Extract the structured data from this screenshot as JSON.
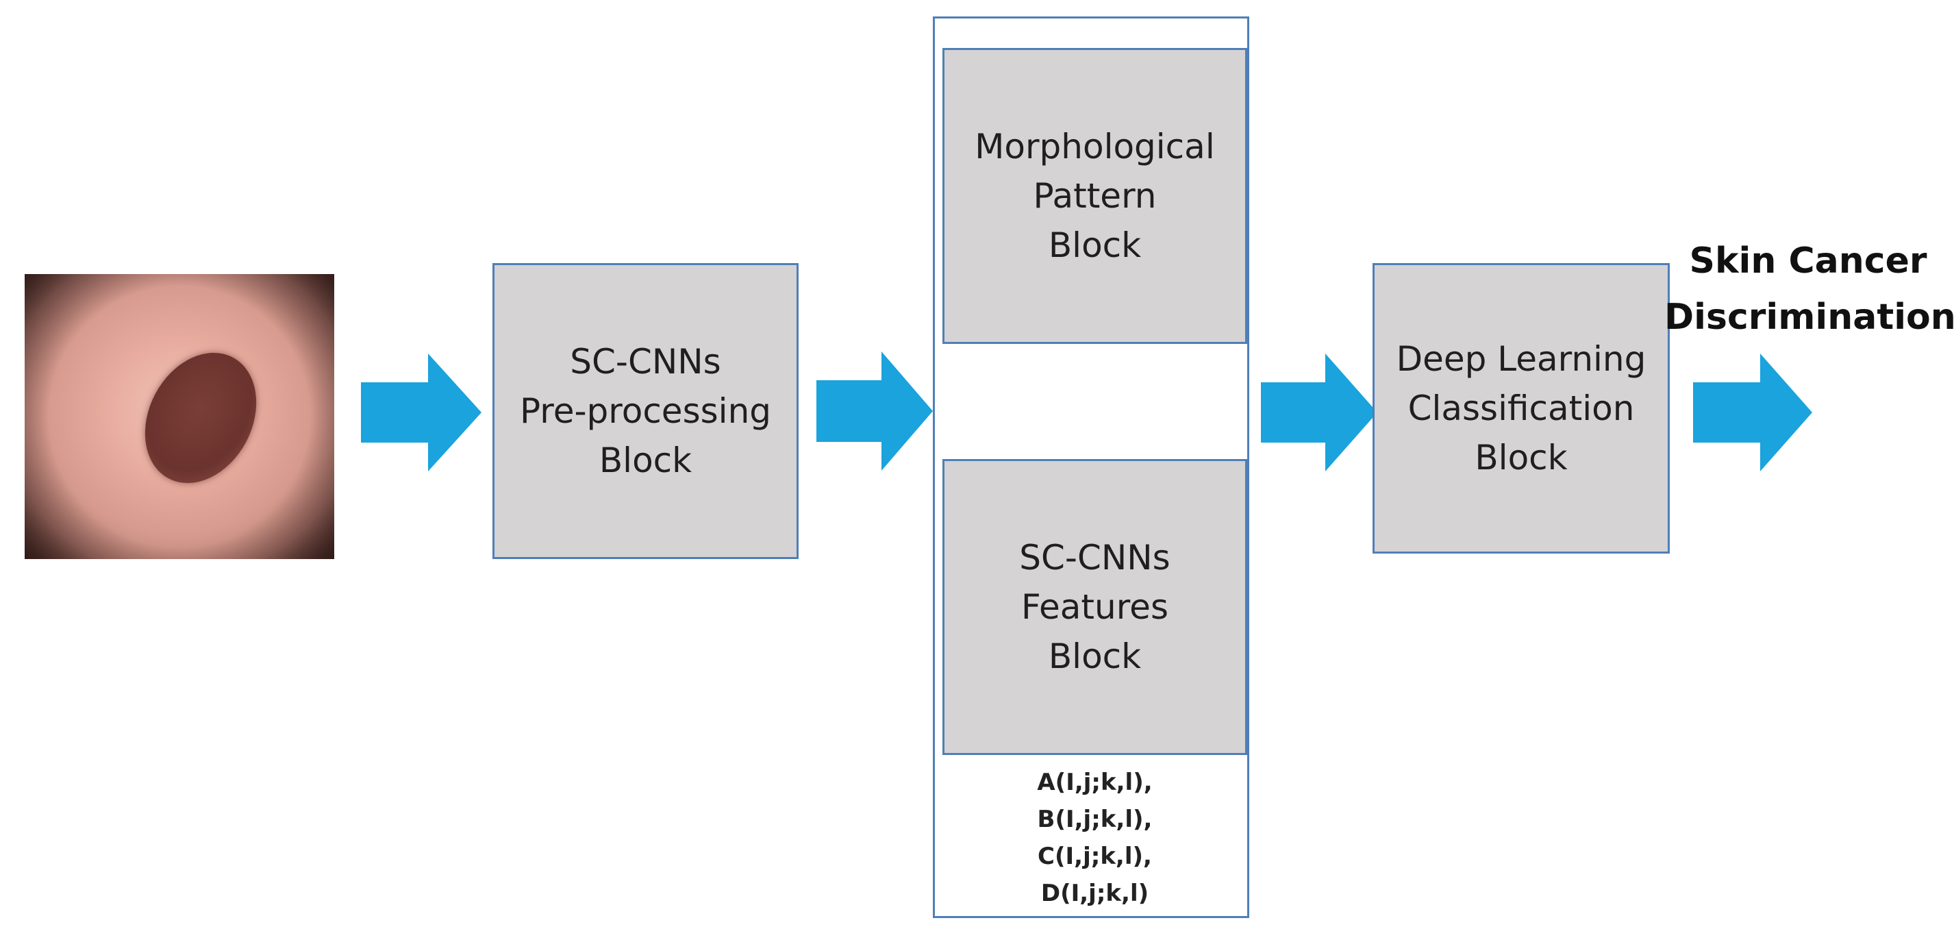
{
  "colors": {
    "arrow": "#1aa3dc",
    "box_fill": "#d5d3d4",
    "box_border": "#4f7fb8"
  },
  "input_image": {
    "icon": "skin-lesion-image"
  },
  "blocks": {
    "preprocessing": [
      "SC-CNNs",
      "Pre-processing",
      "Block"
    ],
    "morphological": [
      "Morphological",
      "Pattern",
      "Block"
    ],
    "features": [
      "SC-CNNs",
      "Features",
      "Block"
    ],
    "classification": [
      "Deep Learning",
      "Classification",
      "Block"
    ]
  },
  "formulas": [
    "A(I,j;k,l),",
    "B(I,j;k,l),",
    "C(I,j;k,l),",
    "D(I,j;k,l)"
  ],
  "output": [
    "Skin Cancer",
    "Discrimination"
  ]
}
